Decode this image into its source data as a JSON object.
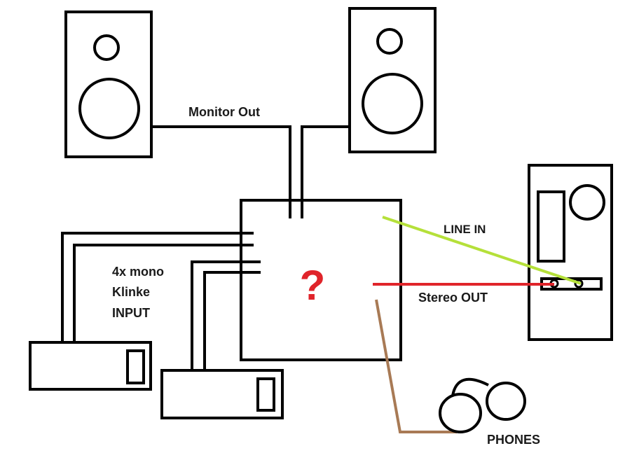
{
  "labels": {
    "monitor_out": "Monitor Out",
    "line_in": "LINE IN",
    "stereo_out": "Stereo OUT",
    "input_line1": "4x mono",
    "input_line2": "Klinke",
    "input_line3": "INPUT",
    "phones": "PHONES",
    "unknown": "?"
  },
  "colors": {
    "line_in_cable": "#b5e03a",
    "stereo_out_cable": "#e0242a",
    "phones_cable": "#a87a55",
    "question_mark": "#e0242a",
    "outline": "#000000"
  }
}
